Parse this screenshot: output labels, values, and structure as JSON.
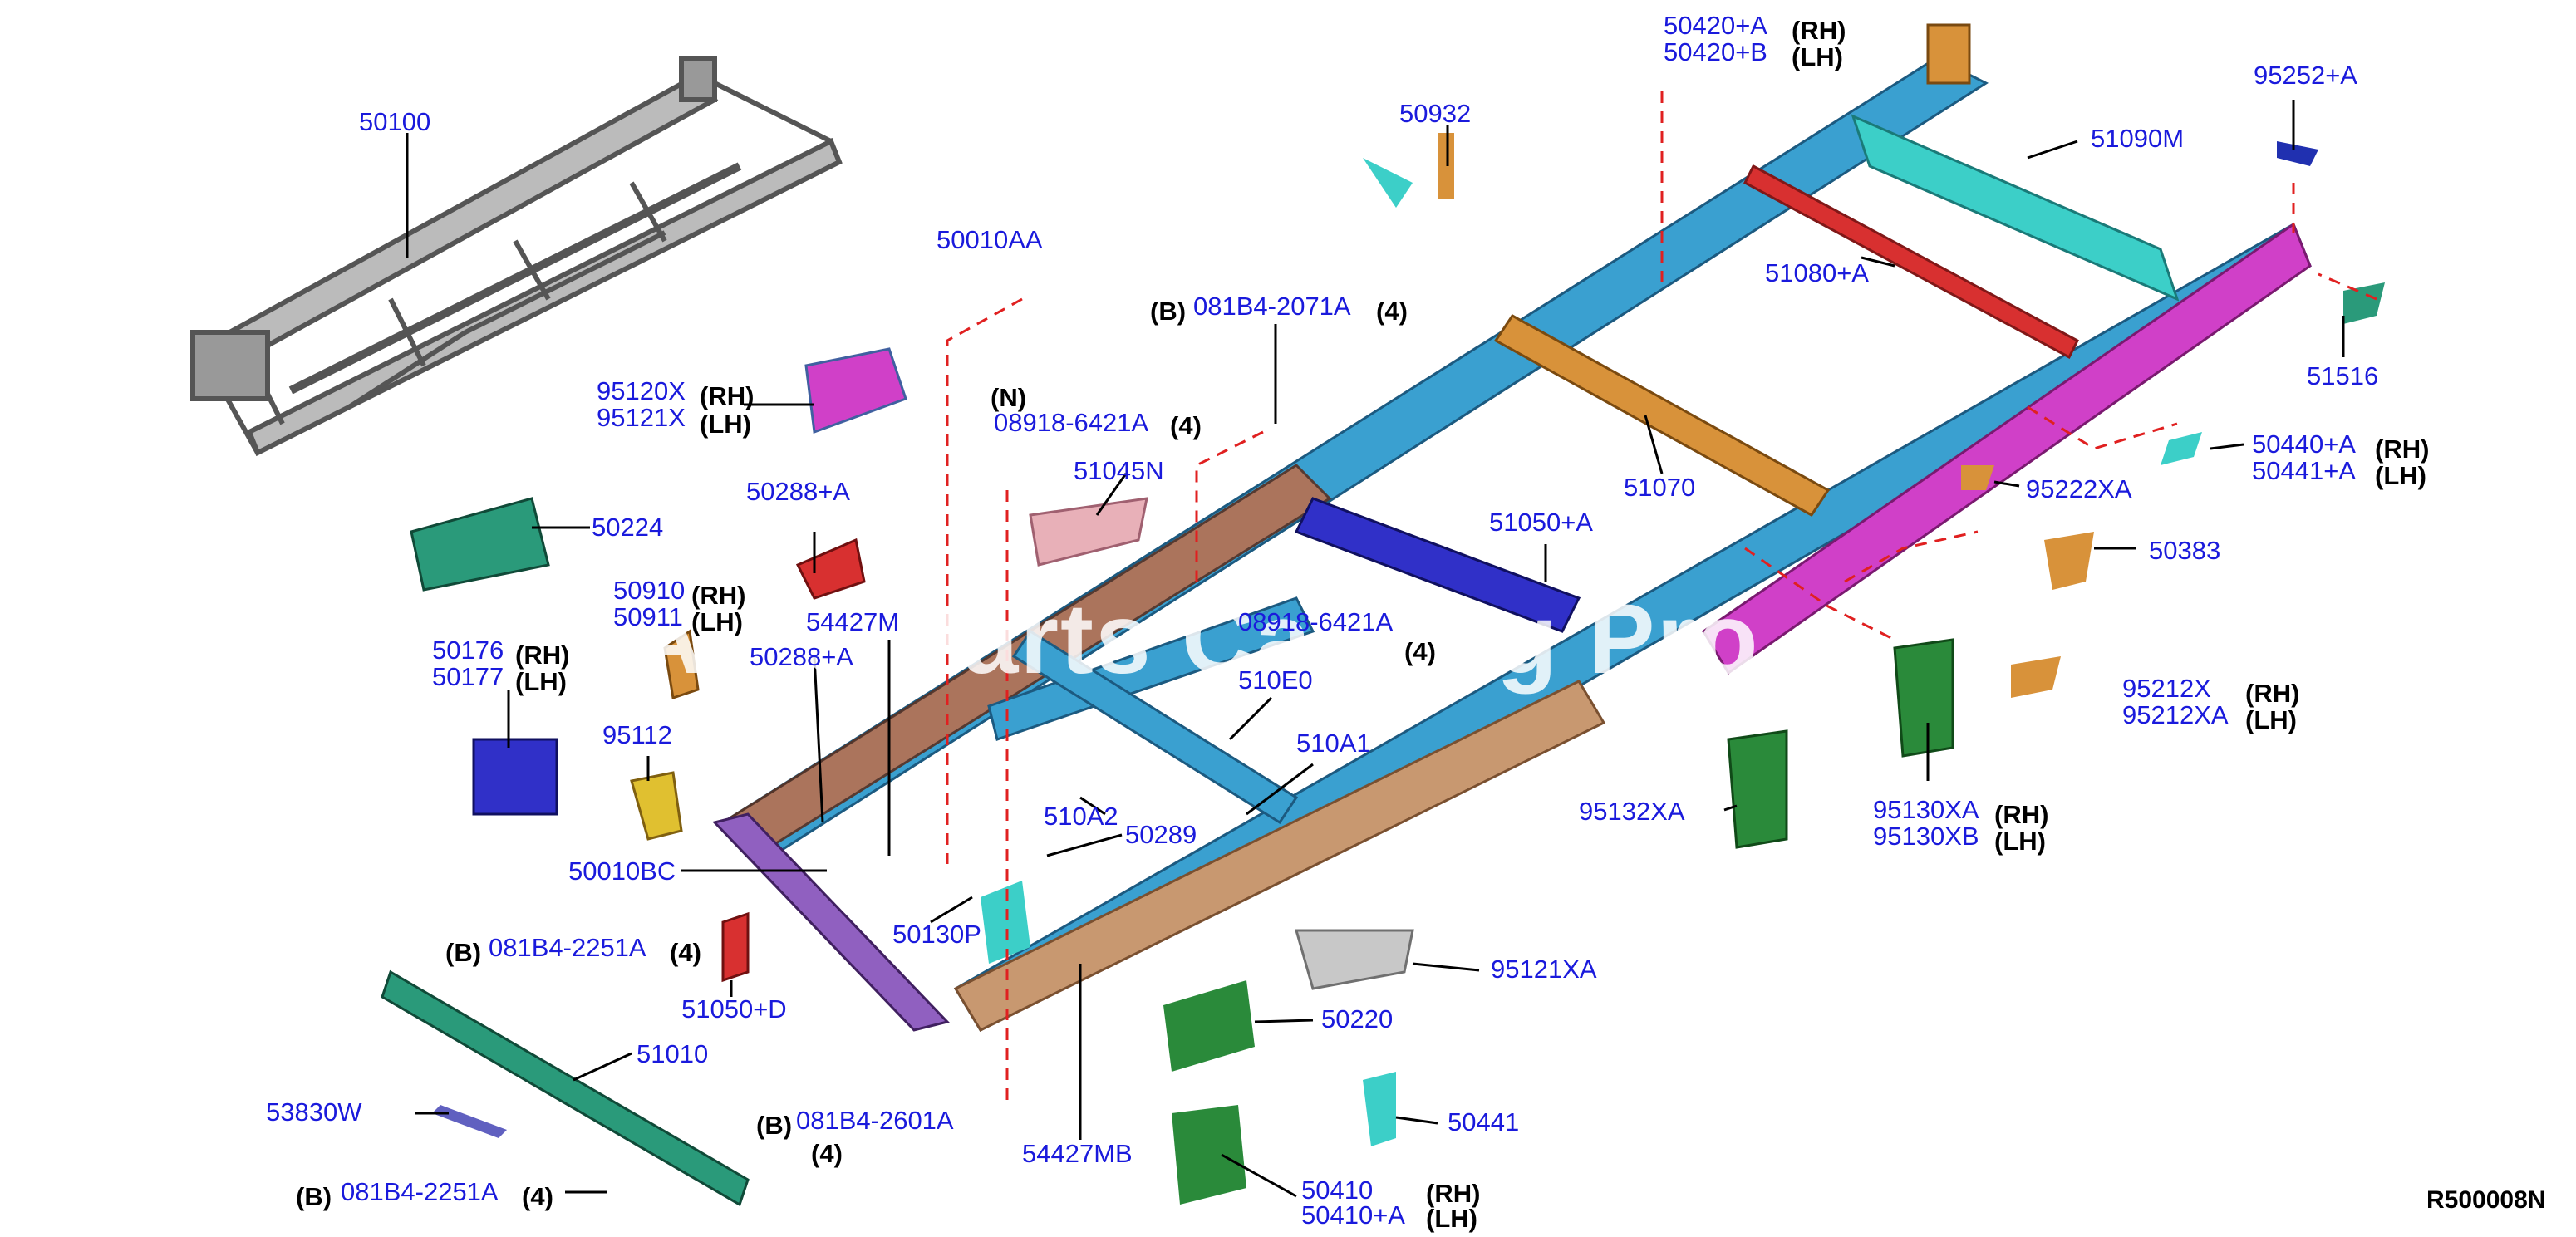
{
  "watermark": "Auto Parts Catalog Pro",
  "diagram_ref": "R500008N",
  "labels": {
    "p50100": "50100",
    "p50010AA": "50010AA",
    "p95120X": "95120X",
    "p95121X": "95121X",
    "p50224": "50224",
    "p50288A": "50288+A",
    "p50910": "50910",
    "p50911": "50911",
    "p50176": "50176",
    "p50177": "50177",
    "p95112": "95112",
    "p50010BC": "50010BC",
    "p081B4_2251A_top": "081B4-2251A",
    "p51050D": "51050+D",
    "p51010": "51010",
    "p53830W": "53830W",
    "p081B4_2251A_bot": "081B4-2251A",
    "p081B4_2601A": "081B4-2601A",
    "p54427MB": "54427MB",
    "p08918_6421A": "08918-6421A",
    "p51045N": "51045N",
    "p081B4_2071A": "081B4-2071A",
    "p50932": "50932",
    "p50420A": "50420+A",
    "p50420B": "50420+B",
    "p95252A": "95252+A",
    "p51090M": "51090M",
    "p51080A": "51080+A",
    "p51516": "51516",
    "p51070": "51070",
    "p50440A": "50440+A",
    "p50441A": "50441+A",
    "p95222XA": "95222XA",
    "p50383": "50383",
    "p51050A": "51050+A",
    "p95212X": "95212X",
    "p95212XA": "95212XA",
    "p95130XA": "95130XA",
    "p95130XB": "95130XB",
    "p95132XA": "95132XA",
    "p95121XA": "95121XA",
    "p50220": "50220",
    "p50441": "50441",
    "p50410": "50410",
    "p50410A": "50410+A",
    "p510E0": "510E0",
    "p510A1": "510A1",
    "p510A2": "510A2",
    "p50289": "50289",
    "p50130P": "50130P",
    "p54427M": "54427M",
    "p50288": "50288+A",
    "p08918_mid": "08918-6421A"
  },
  "qualifiers": {
    "rh": "(RH)",
    "lh": "(LH)",
    "b": "(B)",
    "n": "(N)",
    "q4": "(4)"
  },
  "colors": {
    "label_blue": "#1a1adc",
    "frame_blue": "#3aa0d0",
    "frame_magenta": "#d040c8",
    "frame_orange": "#d8923a",
    "frame_brown": "#b87050",
    "crossmember_teal": "#3ccfc8",
    "crossmember_red": "#d83030",
    "bracket_green": "#2a8a3a",
    "bracket_teal": "#2a9a7a",
    "leader_red": "#e02020"
  }
}
